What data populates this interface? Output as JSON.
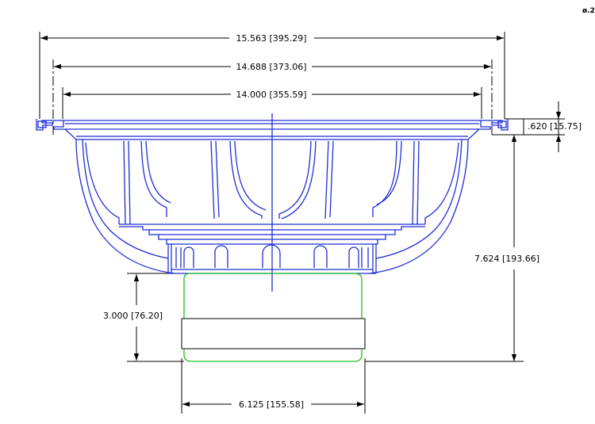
{
  "corner_label": "ø.2",
  "dimensions": {
    "overall_outer": "15.563 [395.29]",
    "mounting": "14.688 [373.06]",
    "cutout": "14.000 [355.59]",
    "flange_thickness": ".620 [15.75]",
    "mounting_depth": "7.624 [193.66]",
    "magnet_height": "3.000 [76.20]",
    "magnet_diameter": "6.125 [155.58]"
  },
  "colors": {
    "basket": "#1f2fd6",
    "magnet": "#22c022",
    "dimension_lines": "#000000"
  }
}
